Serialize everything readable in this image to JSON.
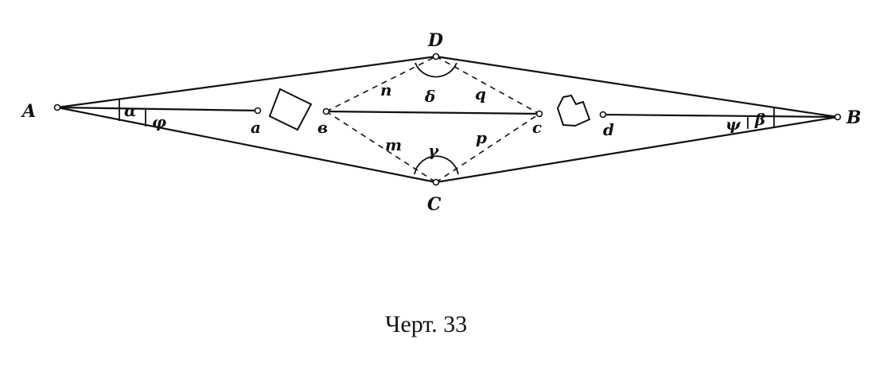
{
  "labels": {
    "A": "A",
    "B": "B",
    "C": "C",
    "D": "D",
    "a": "a",
    "b": "в",
    "c": "c",
    "d": "d",
    "n": "n",
    "q": "q",
    "m": "m",
    "p": "p",
    "delta": "δ",
    "gamma": "γ",
    "alpha": "α",
    "phi": "φ",
    "psi": "ψ",
    "beta": "β"
  },
  "caption": "Черт. 33"
}
